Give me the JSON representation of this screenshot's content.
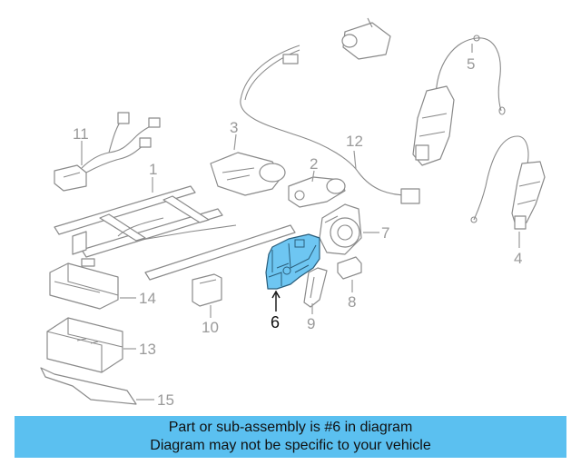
{
  "diagram": {
    "callouts": [
      "1",
      "2",
      "3",
      "4",
      "5",
      "6",
      "7",
      "8",
      "9",
      "10",
      "11",
      "12",
      "13",
      "14",
      "15"
    ],
    "highlighted_part": "6",
    "colors": {
      "highlight": "#6ec6f2",
      "banner": "#5bc0f0",
      "line": "#8a8a8a"
    }
  },
  "banner": {
    "line1": "Part or sub-assembly is #6 in diagram",
    "line2": "Diagram may not be specific to your vehicle"
  }
}
